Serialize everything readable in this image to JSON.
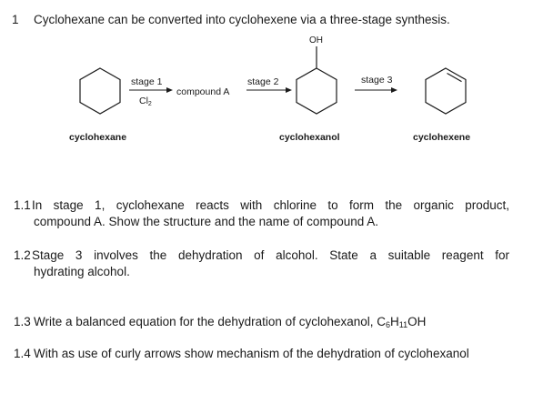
{
  "question": {
    "number": "1",
    "intro": "Cyclohexane can be converted into cyclohexene via a three-stage synthesis."
  },
  "scheme": {
    "stage1_label": "stage 1",
    "stage1_reagent": "Cl",
    "stage1_reagent_sub": "2",
    "compound_a": "compound A",
    "stage2_label": "stage 2",
    "stage3_label": "stage 3",
    "hydroxyl": "OH",
    "reactant_name": "cyclohexane",
    "intermediate_name": "cyclohexanol",
    "product_name": "cyclohexene"
  },
  "parts": [
    {
      "number": "1.1",
      "line1": "In stage 1, cyclohexane reacts with chlorine to form the organic product,",
      "line2": "compound A. Show the structure and the name of compound A."
    },
    {
      "number": "1.2",
      "line1": "Stage 3 involves the dehydration of alcohol. State a suitable reagent for",
      "line2": "hydrating alcohol."
    },
    {
      "number": "1.3",
      "text": "Write a balanced equation for the dehydration of cyclohexanol, C",
      "formula_c_sub": "6",
      "formula_h": "H",
      "formula_h_sub": "11",
      "formula_end": "OH"
    },
    {
      "number": "1.4",
      "text": "With as use of curly arrows show mechanism of the dehydration of cyclohexanol"
    }
  ]
}
